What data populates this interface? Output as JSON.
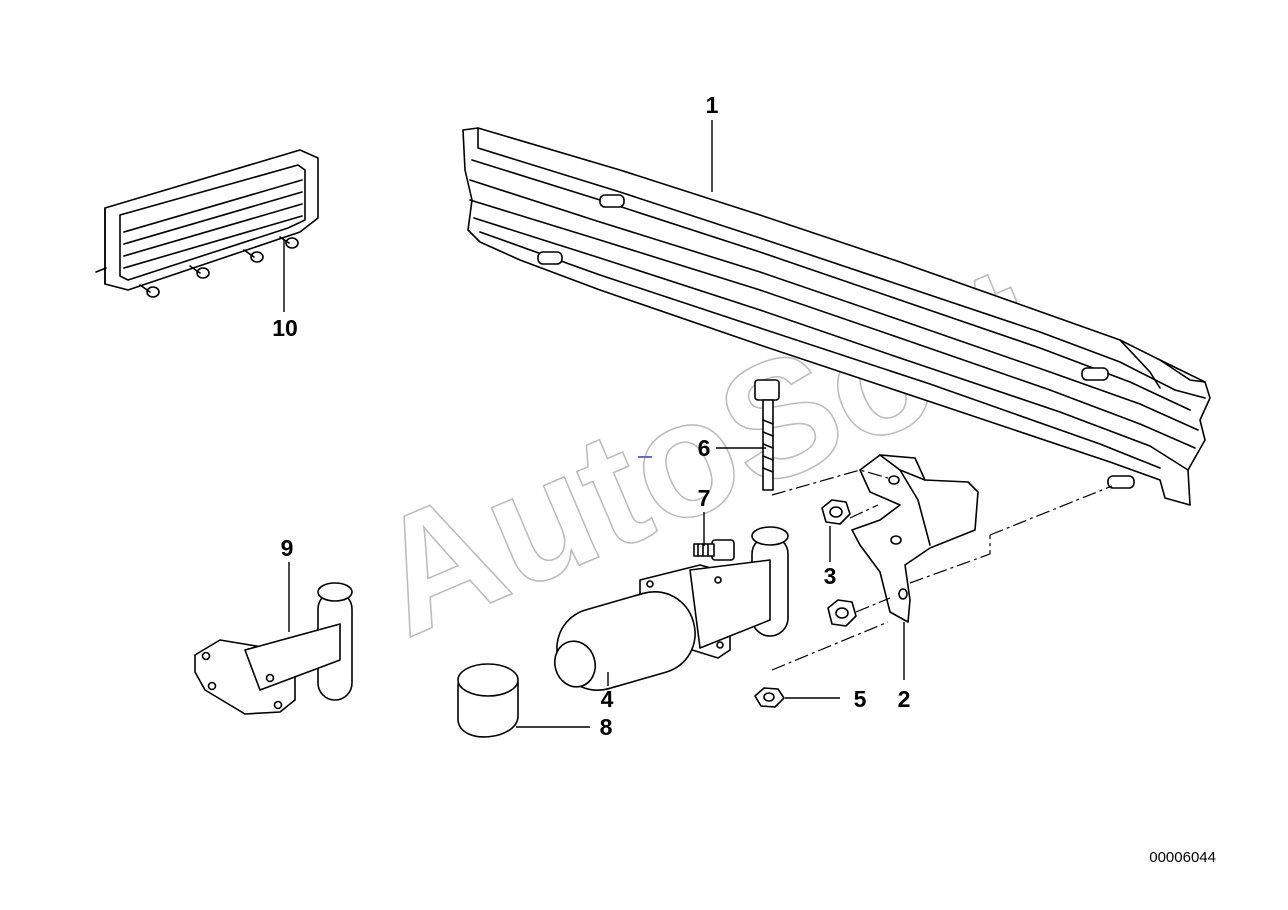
{
  "watermark": {
    "text": "AutoSoft"
  },
  "diagram_id": "00006044",
  "callouts": {
    "c1": "1",
    "c2": "2",
    "c3": "3",
    "c4": "4",
    "c5": "5",
    "c6": "6",
    "c7": "7",
    "c8": "8",
    "c9": "9",
    "c10": "10"
  },
  "colors": {
    "line": "#000000",
    "watermark": "#bdbdbd",
    "marker": "#5b6fd6"
  }
}
